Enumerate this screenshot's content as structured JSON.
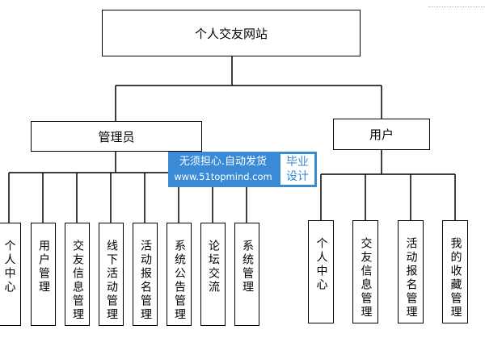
{
  "root": {
    "label": "个人交友网站"
  },
  "groups": [
    {
      "label": "管理员",
      "children": [
        "个人中心",
        "用户管理",
        "交友信息管理",
        "线下活动管理",
        "活动报名管理",
        "系统公告管理",
        "论坛交流",
        "系统管理"
      ]
    },
    {
      "label": "用户",
      "children": [
        "个人中心",
        "交友信息管理",
        "活动报名管理",
        "我的收藏管理"
      ]
    }
  ],
  "watermark": {
    "line1": "无须担心.自动发货",
    "line2": "www.51topmind.com",
    "badge_line1": "毕业",
    "badge_line2": "设计"
  },
  "colors": {
    "watermark_blue": "#3a8ad6"
  }
}
